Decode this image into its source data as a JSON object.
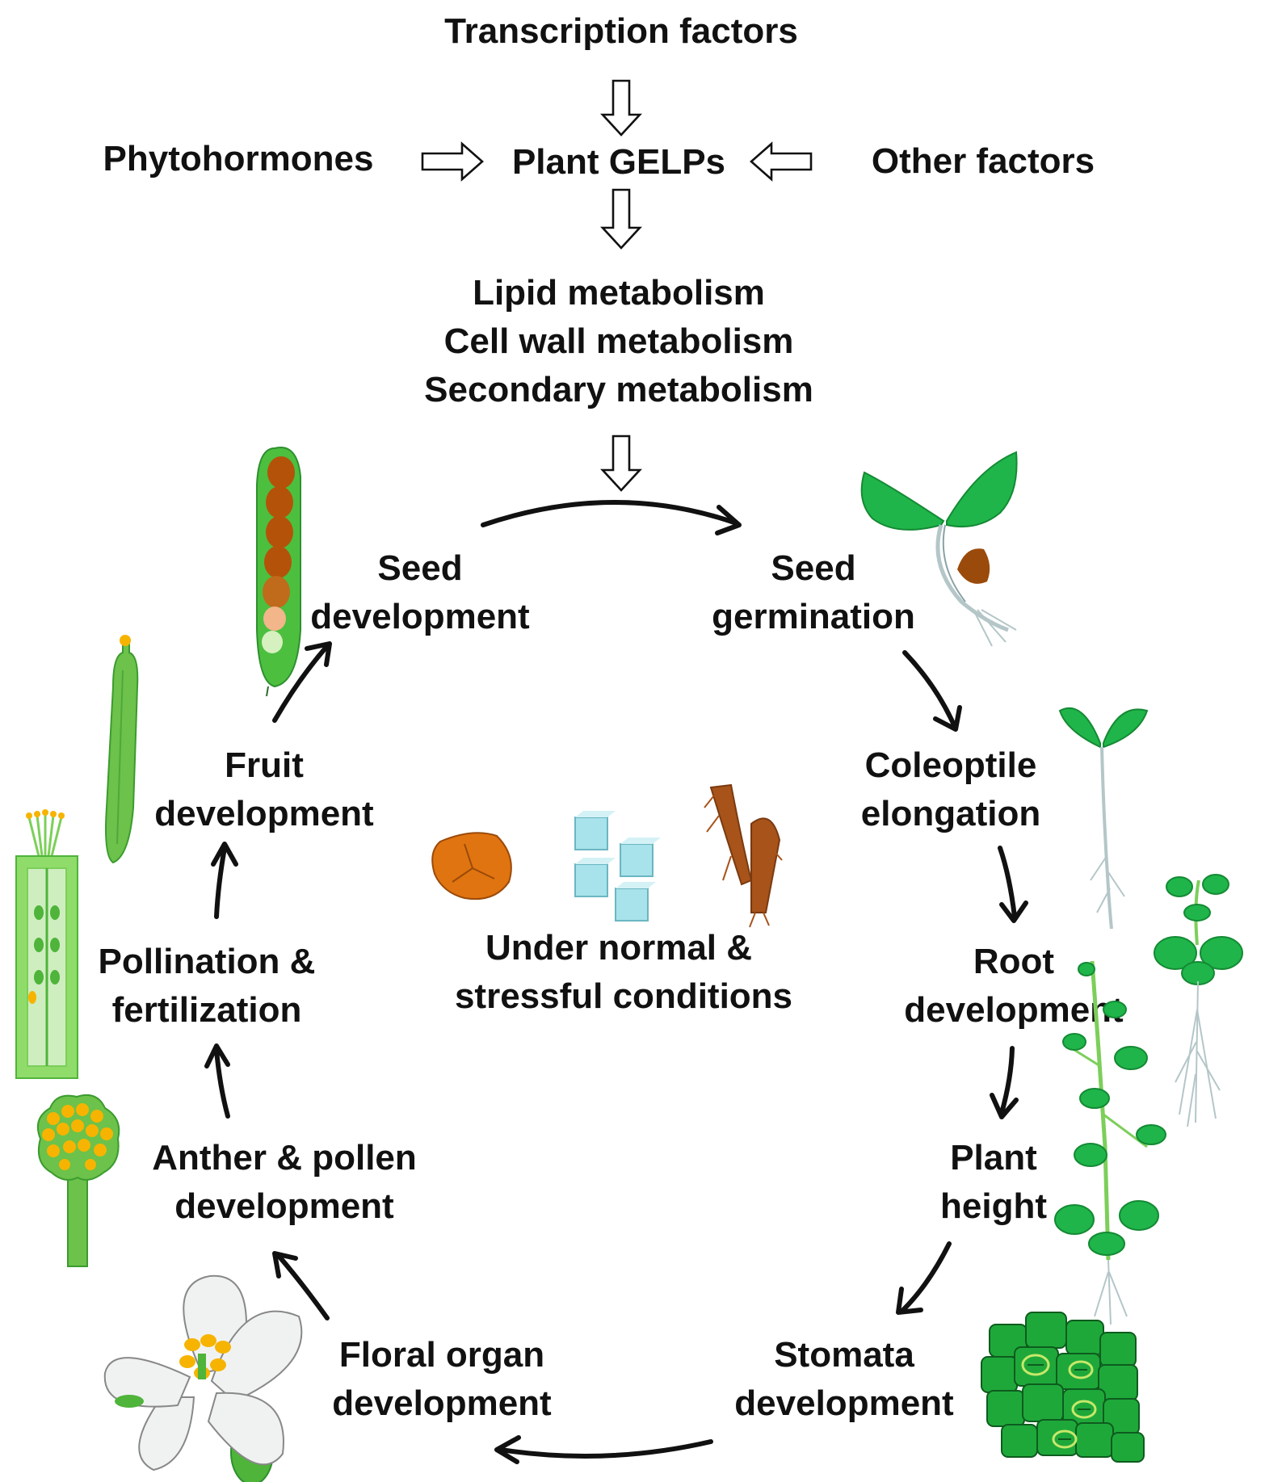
{
  "top": {
    "transcription_factors": "Transcription factors",
    "phytohormones": "Phytohormones",
    "plant_gelps": "Plant GELPs",
    "other_factors": "Other factors"
  },
  "metabolism": {
    "lipid": "Lipid metabolism",
    "cell_wall": "Cell wall metabolism",
    "secondary": "Secondary metabolism"
  },
  "center": {
    "line1": "Under normal &",
    "line2": "stressful conditions"
  },
  "stages": {
    "seed_development": [
      "Seed",
      "development"
    ],
    "seed_germination": [
      "Seed",
      "germination"
    ],
    "coleoptile_elongation": [
      "Coleoptile",
      "elongation"
    ],
    "root_development": [
      "Root",
      "development"
    ],
    "plant_height": [
      "Plant",
      "height"
    ],
    "stomata_development": [
      "Stomata",
      "development"
    ],
    "floral_organ_development": [
      "Floral organ",
      "development"
    ],
    "anther_pollen_development": [
      "Anther & pollen",
      "development"
    ],
    "pollination_fertilization": [
      "Pollination &",
      "fertilization"
    ],
    "fruit_development": [
      "Fruit",
      "development"
    ]
  },
  "colors": {
    "leaf_green": "#1fb54a",
    "light_green": "#7ccf5a",
    "seed_brown": "#b5520a",
    "pollen_yellow": "#f6b400",
    "ice_blue": "#a8e2ea",
    "root_grey": "#b4c6c8",
    "petal_white": "#f0f2f2"
  }
}
